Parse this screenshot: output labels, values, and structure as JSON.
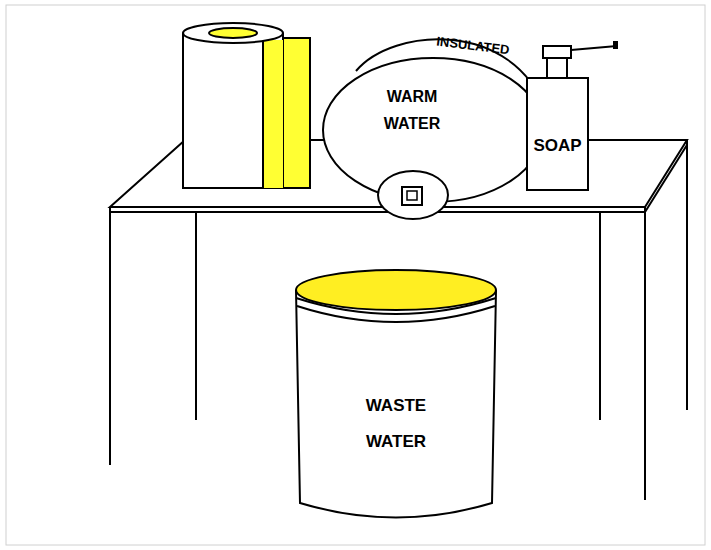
{
  "diagram": {
    "nodes": [
      {
        "text": [
          "INSULATED",
          "WARM WATER"
        ]
      },
      {
        "text": [
          "SOAP"
        ]
      },
      {
        "text": [
          "WASTE WATER"
        ]
      }
    ]
  }
}
